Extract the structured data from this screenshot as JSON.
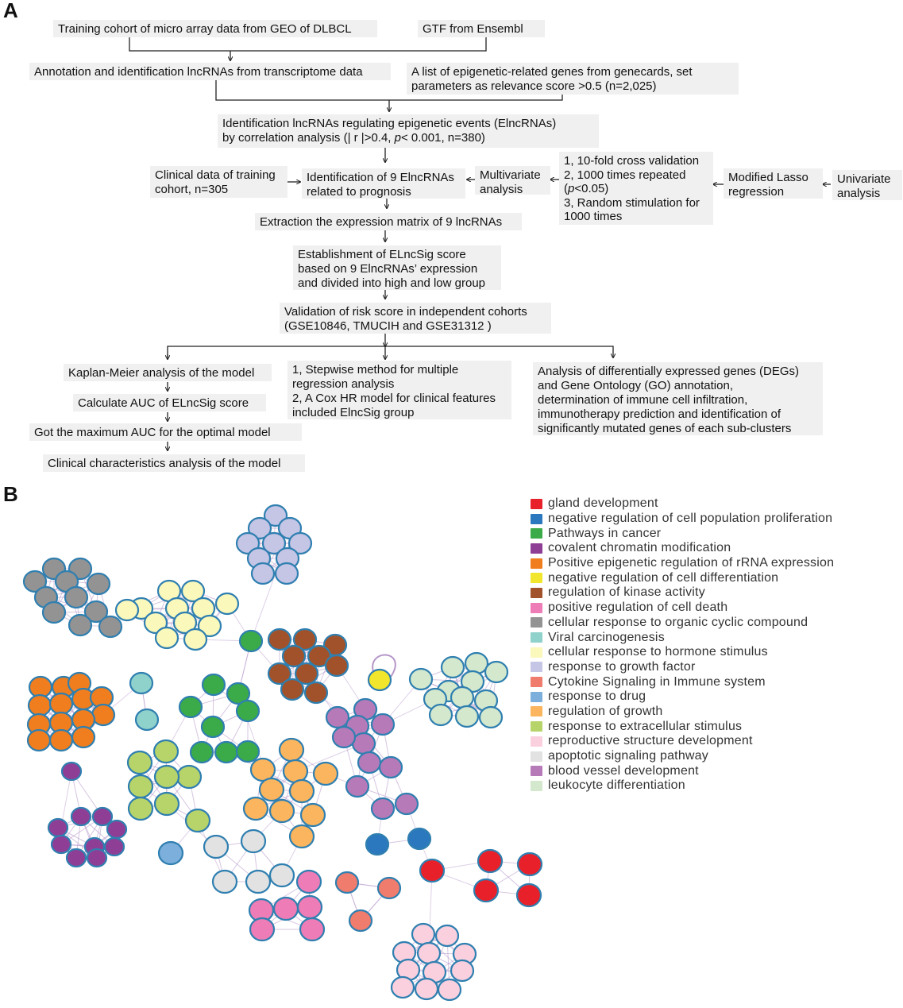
{
  "panels": {
    "a": "A",
    "b": "B"
  },
  "flowchart": {
    "b1": "Training cohort of micro array data from GEO of DLBCL",
    "b2": "GTF from Ensembl",
    "b3": "Annotation and identification lncRNAs from transcriptome data",
    "b4": "A list of epigenetic-related genes from genecards, set\nparameters as relevance score >0.5 (n=2,025)",
    "b5_line1": "Identification lncRNAs regulating epigenetic events (ElncRNAs)",
    "b5_line2a": "by correlation analysis (| r |>0.4, ",
    "b5_line2b": "p",
    "b5_line2c": "< 0.001, n=380)",
    "b6": "Clinical data of training\ncohort, n=305",
    "b7": "Identification of 9 ElncRNAs\nrelated to prognosis",
    "b8": "Multivariate\nanalysis",
    "b9_a": "1, 10-fold cross validation\n2, 1000 times repeated\n(",
    "b9_b": "p",
    "b9_c": "<0.05)\n3, Random stimulation for\n    1000 times",
    "b10": "Modified Lasso\nregression",
    "b11": "Univariate\nanalysis",
    "b12": "Extraction the expression matrix of 9 lncRNAs",
    "b13": "Establishment of ELncSig score\nbased on 9 ElncRNAs’ expression\nand divided into high and low group",
    "b14": "Validation of risk score in independent cohorts\n(GSE10846, TMUCIH and GSE31312 )",
    "b15": "Kaplan-Meier analysis of the model",
    "b16": "Calculate AUC of ELncSig score",
    "b17": "Got the maximum AUC for the optimal model",
    "b18": "Clinical characteristics analysis of the model",
    "b19": "1, Stepwise method for multiple\nregression analysis\n2, A Cox HR model for clinical features\nincluded ElncSig group",
    "b20": "Analysis of differentially expressed genes (DEGs)\nand Gene Ontology (GO) annotation,\ndetermination of immune cell infiltration,\nimmunotherapy prediction and identification of\nsignificantly mutated genes of each sub-clusters"
  },
  "network": {
    "legend": [
      {
        "label": "gland development",
        "color": "#e8202a"
      },
      {
        "label": "negative regulation of cell population proliferation",
        "color": "#2b78be"
      },
      {
        "label": "Pathways in cancer",
        "color": "#3aab48"
      },
      {
        "label": "covalent chromatin modification",
        "color": "#8f3e96"
      },
      {
        "label": "Positive epigenetic regulation of rRNA expression",
        "color": "#f07e1e"
      },
      {
        "label": "negative regulation of cell differentiation",
        "color": "#f2e62c"
      },
      {
        "label": "regulation of kinase activity",
        "color": "#a1522a"
      },
      {
        "label": "positive regulation of cell death",
        "color": "#ee7cb6"
      },
      {
        "label": "cellular response to organic cyclic compound",
        "color": "#939393"
      },
      {
        "label": "Viral carcinogenesis",
        "color": "#8fd1cb"
      },
      {
        "label": "cellular response to hormone stimulus",
        "color": "#fbf8bc"
      },
      {
        "label": "response to growth factor",
        "color": "#c5c5e6"
      },
      {
        "label": "Cytokine Signaling in Immune system",
        "color": "#f07c6d"
      },
      {
        "label": "response to drug",
        "color": "#7cafdc"
      },
      {
        "label": "regulation of growth",
        "color": "#fbb55e"
      },
      {
        "label": "response to extracellular stimulus",
        "color": "#b7d46a"
      },
      {
        "label": "reproductive structure development",
        "color": "#fad0de"
      },
      {
        "label": "apoptotic signaling pathway",
        "color": "#e2e2e2"
      },
      {
        "label": "blood vessel development",
        "color": "#b67ab9"
      },
      {
        "label": "leukocyte differentiation",
        "color": "#d3e8cd"
      }
    ],
    "node_stroke": "#2f7fb0",
    "edge_color": "#b596c9"
  }
}
